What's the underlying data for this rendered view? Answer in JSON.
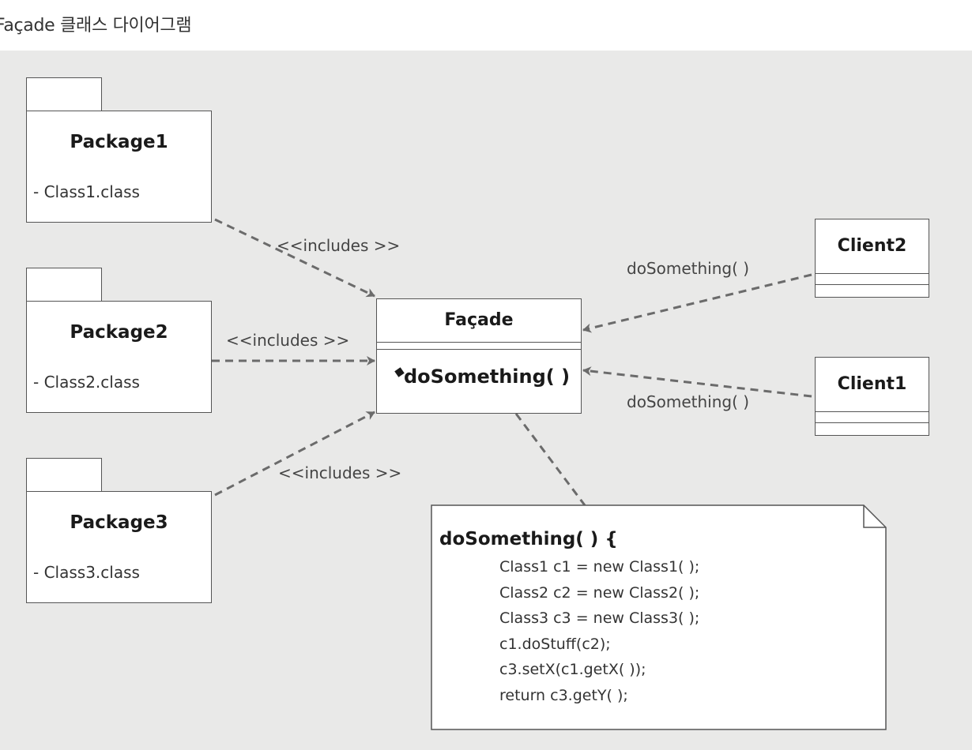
{
  "title": "Façade 클래스 다이어그램",
  "packages": [
    {
      "name": "Package1",
      "item": "- Class1.class"
    },
    {
      "name": "Package2",
      "item": "- Class2.class"
    },
    {
      "name": "Package3",
      "item": "- Class3.class"
    }
  ],
  "facade": {
    "name": "Façade",
    "method": "doSomething( )"
  },
  "clients": [
    {
      "name": "Client2"
    },
    {
      "name": "Client1"
    }
  ],
  "labels": {
    "includes1": "<<includes >>",
    "includes2": "<<includes >>",
    "includes3": "<<includes >>",
    "call_client2": "doSomething( )",
    "call_client1": "doSomething( )"
  },
  "note": {
    "title": "doSomething( ) {",
    "lines": [
      "Class1 c1 = new Class1( );",
      "Class2 c2 = new Class2( );",
      "Class3 c3 = new Class3( );",
      "c1.doStuff(c2);",
      "c3.setX(c1.getX( ));",
      "return c3.getY( );"
    ]
  },
  "colors": {
    "background": "#e9e9e8",
    "line": "#6b6b6b",
    "border": "#555555"
  }
}
